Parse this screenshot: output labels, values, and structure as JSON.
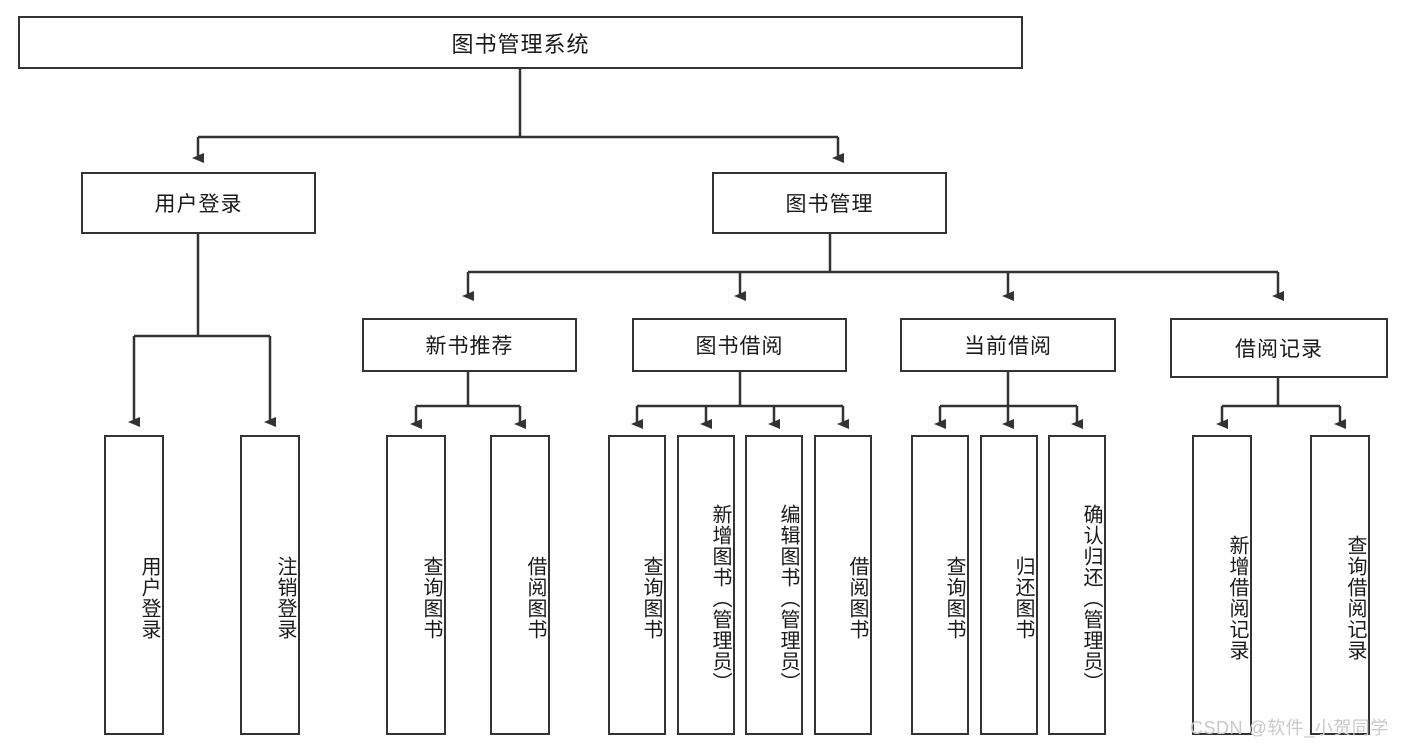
{
  "diagram": {
    "title": "图书管理系统",
    "type": "hierarchy-tree",
    "orientation": "top-down",
    "colors": {
      "node_border": "#333333",
      "node_fill": "#ffffff",
      "edge": "#333333",
      "text": "#1a1a1a",
      "watermark": "#c9c9c9",
      "background": "#ffffff"
    }
  },
  "nodes": {
    "root": {
      "label": "图书管理系统",
      "level": 0
    },
    "level1": [
      {
        "label": "用户登录",
        "level": 1
      },
      {
        "label": "图书管理",
        "level": 1
      }
    ],
    "level2": [
      {
        "label": "新书推荐",
        "level": 2,
        "parent": "图书管理"
      },
      {
        "label": "图书借阅",
        "level": 2,
        "parent": "图书管理"
      },
      {
        "label": "当前借阅",
        "level": 2,
        "parent": "图书管理"
      },
      {
        "label": "借阅记录",
        "level": 2,
        "parent": "图书管理"
      }
    ],
    "leaves": [
      {
        "label": "用户登录",
        "parent": "用户登录",
        "group": "user-login"
      },
      {
        "label": "注销登录",
        "parent": "用户登录",
        "group": "user-login"
      },
      {
        "label": "查询图书",
        "parent": "新书推荐",
        "group": "new-book"
      },
      {
        "label": "借阅图书",
        "parent": "新书推荐",
        "group": "new-book"
      },
      {
        "label": "查询图书",
        "parent": "图书借阅",
        "group": "borrow"
      },
      {
        "label": "新增图书（管理员）",
        "parent": "图书借阅",
        "group": "borrow"
      },
      {
        "label": "编辑图书（管理员）",
        "parent": "图书借阅",
        "group": "borrow"
      },
      {
        "label": "借阅图书",
        "parent": "图书借阅",
        "group": "borrow"
      },
      {
        "label": "查询图书",
        "parent": "当前借阅",
        "group": "current"
      },
      {
        "label": "归还图书",
        "parent": "当前借阅",
        "group": "current"
      },
      {
        "label": "确认归还（管理员）",
        "parent": "当前借阅",
        "group": "current"
      },
      {
        "label": "新增借阅记录",
        "parent": "借阅记录",
        "group": "record"
      },
      {
        "label": "查询借阅记录",
        "parent": "借阅记录",
        "group": "record"
      }
    ]
  },
  "watermark": {
    "text": "CSDN @软件_小贺同学"
  }
}
